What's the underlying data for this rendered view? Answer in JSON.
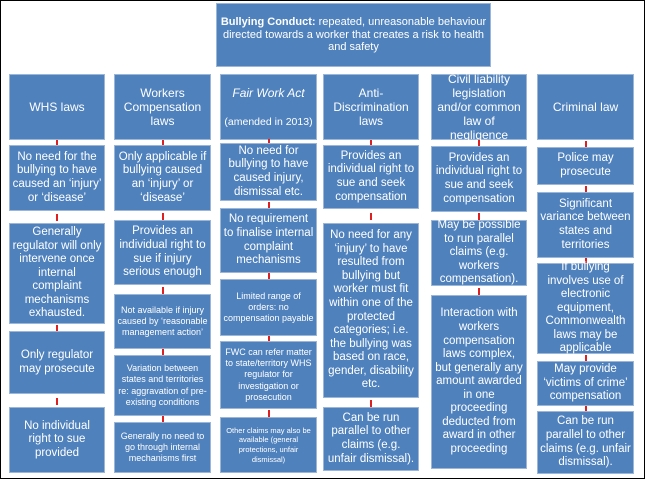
{
  "title": {
    "bold": "Bullying Conduct:",
    "rest": " repeated, unreasonable behaviour directed towards a worker that creates a risk to health and safety"
  },
  "columns": [
    {
      "header": "WHS laws",
      "items": [
        "No need for the bullying to have caused an ‘injury’ or ‘disease’",
        "Generally regulator will only intervene once internal complaint mechanisms exhausted.",
        "Only regulator may prosecute",
        "No individual right to sue provided"
      ]
    },
    {
      "header": "Workers Compensation laws",
      "items": [
        "Only applicable if bullying caused an ‘injury’ or ‘disease’",
        "Provides an individual right to sue if injury serious enough",
        "Not available if injury caused by ‘reasonable management action’",
        "Variation between states and territories re: aggravation of pre-existing conditions",
        "Generally no need to go through internal mechanisms first"
      ]
    },
    {
      "header": "Fair Work Act",
      "header_sub": "(amended in 2013)",
      "items": [
        "No need for bullying to have caused injury, dismissal etc.",
        "No requirement to finalise internal complaint mechanisms",
        "Limited range of orders: no compensation payable",
        "FWC can refer matter to state/territory WHS regulator for investigation or prosecution",
        "Other claims may also be available (general protections, unfair dismissal)"
      ]
    },
    {
      "header": "Anti-Discrimination laws",
      "items": [
        "Provides an individual right to sue and seek compensation",
        "No need for any ‘injury’ to have resulted from bullying but worker must fit within one of the protected categories; i.e. the bullying was based on race, gender, disability etc.",
        "Can be run parallel to other claims (e.g. unfair dismissal)."
      ]
    },
    {
      "header": "Civil liability legislation and/or common law of negligence",
      "items": [
        "Provides an individual right to sue and seek compensation",
        "May be possible to run parallel claims (e.g. workers compensation).",
        "Interaction with workers compensation laws complex, but generally any amount awarded in one proceeding deducted from award in other proceeding"
      ]
    },
    {
      "header": "Criminal law",
      "items": [
        "Police may prosecute",
        "Significant variance between states and territories",
        "If bullying involves use of electronic equipment, Commonwealth laws may be applicable",
        "May provide ‘victims of crime’ compensation",
        "Can be run parallel to other claims (e.g. unfair dismissal)."
      ]
    }
  ],
  "colors": {
    "box": "#4f81bd",
    "connector": "#e02020"
  }
}
